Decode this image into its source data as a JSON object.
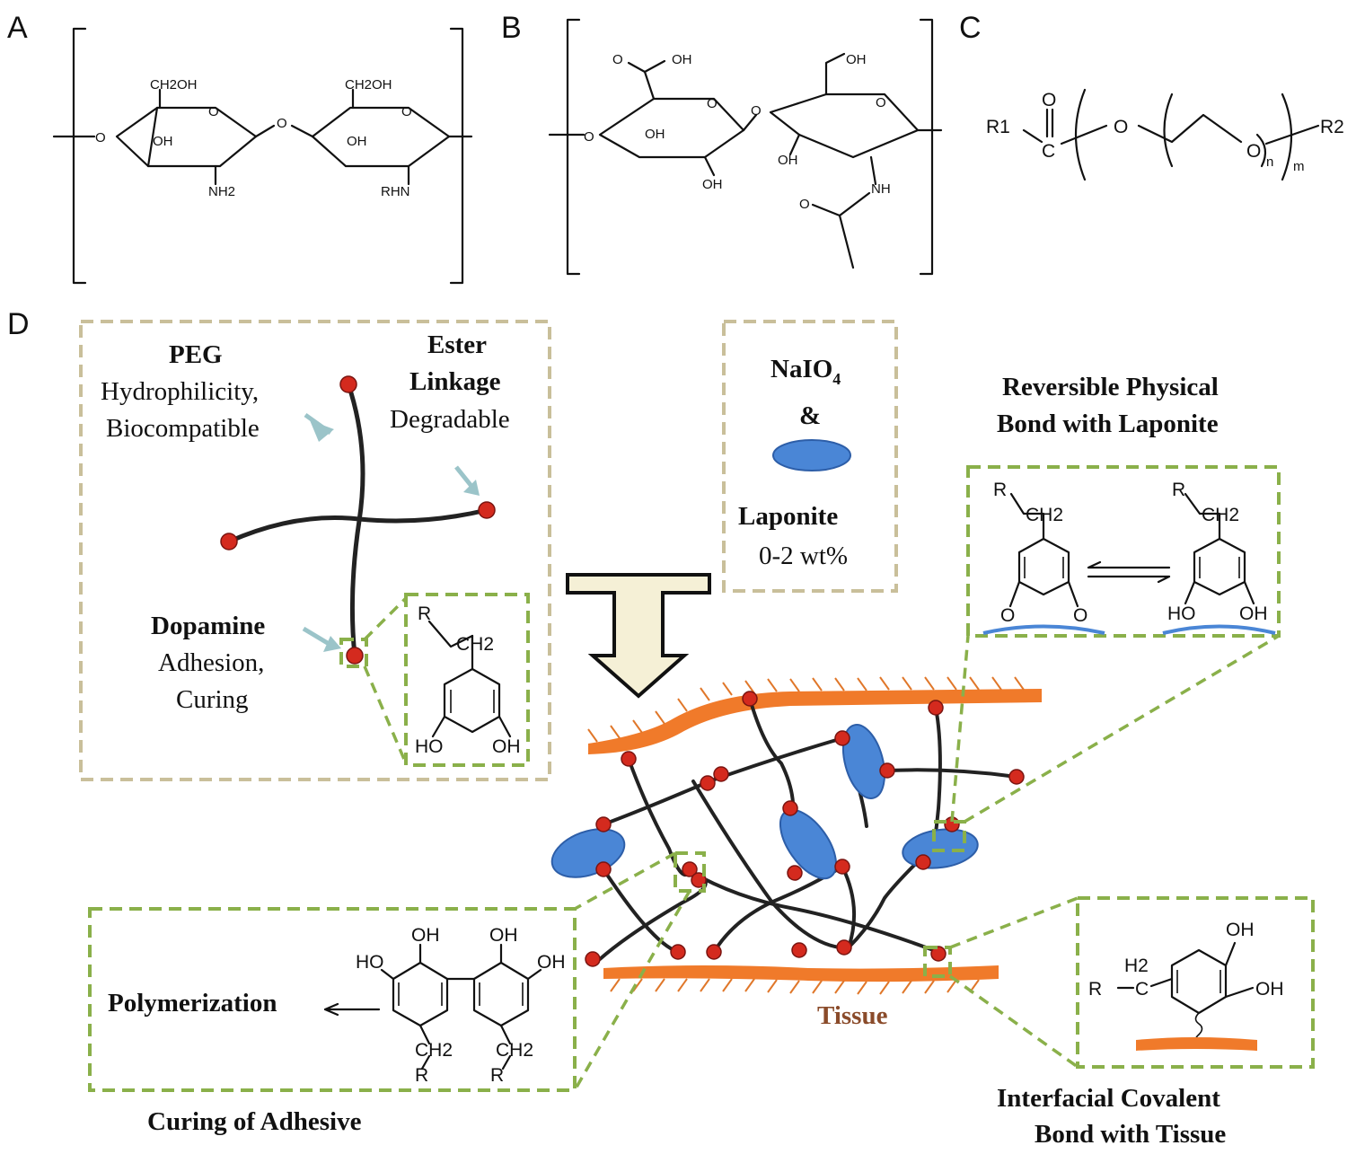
{
  "panels": {
    "A": {
      "letter": "A",
      "labels": [
        "CH2OH",
        "O",
        "OH",
        "NH2",
        "O",
        "CH2OH",
        "O",
        "OH",
        "RHN",
        "O"
      ]
    },
    "B": {
      "letter": "B",
      "labels": [
        "O",
        "OH",
        "O",
        "O",
        "OH",
        "OH",
        "O",
        "OH",
        "OH",
        "O",
        "NH",
        "O"
      ]
    },
    "C": {
      "letter": "C",
      "labels": [
        "R1",
        "O",
        "C",
        "O",
        "O",
        "n",
        "m",
        "R2"
      ]
    },
    "D": {
      "letter": "D",
      "peg_title": "PEG",
      "peg_line1": "Hydrophilicity,",
      "peg_line2": "Biocompatible",
      "ester_line1": "Ester",
      "ester_line2": "Linkage",
      "ester_line3": "Degradable",
      "dopamine_title": "Dopamine",
      "dopamine_line1": "Adhesion,",
      "dopamine_line2": "Curing",
      "naio4": "NaIO",
      "naio4_sub": "4",
      "ampersand": "&",
      "laponite": "Laponite",
      "laponite_wt": "0-2 wt%",
      "reversible_line1": "Reversible Physical",
      "reversible_line2": "Bond with Laponite",
      "polymerization": "Polymerization",
      "curing": "Curing of Adhesive",
      "tissue": "Tissue",
      "interfacial_line1": "Interfacial Covalent",
      "interfacial_line2": "Bond with Tissue",
      "chem_dopamine": [
        "R",
        "CH2",
        "HO",
        "OH"
      ],
      "chem_reversible": [
        "R",
        "CH2",
        "O",
        "O",
        "R",
        "CH2",
        "HO",
        "OH"
      ],
      "chem_curing": [
        "OH",
        "OH",
        "HO",
        "OH",
        "CH2",
        "R",
        "CH2",
        "R"
      ],
      "chem_interfacial": [
        "OH",
        "OH",
        "R",
        "C",
        "H2"
      ]
    }
  }
}
